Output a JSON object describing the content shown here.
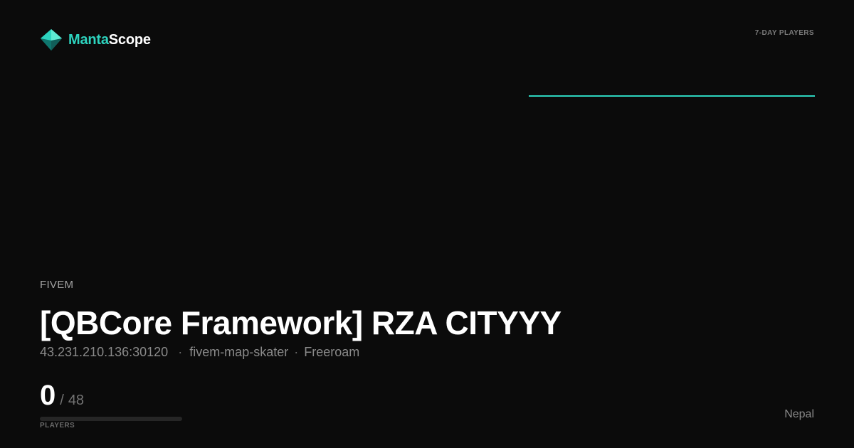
{
  "brand": {
    "name_part_1": "Manta",
    "name_part_2": "Scope",
    "accent_color": "#2dd4bf",
    "logo_icon": "manta-logo-icon"
  },
  "sparkline": {
    "label": "7-DAY PLAYERS",
    "color": "#2dd4bf",
    "values": [
      0,
      0,
      0,
      0,
      0,
      0,
      0,
      0,
      0,
      0,
      0,
      0,
      0,
      0
    ]
  },
  "server": {
    "game": "FIVEM",
    "title": "[QBCore Framework] RZA CITYYY",
    "address": "43.231.210.136:30120",
    "separator": "·",
    "map": "fivem-map-skater",
    "gametype": "Freeroam",
    "country": "Nepal"
  },
  "players": {
    "current": "0",
    "slash": "/",
    "max": "48",
    "label": "PLAYERS",
    "fill_fraction": 0
  }
}
